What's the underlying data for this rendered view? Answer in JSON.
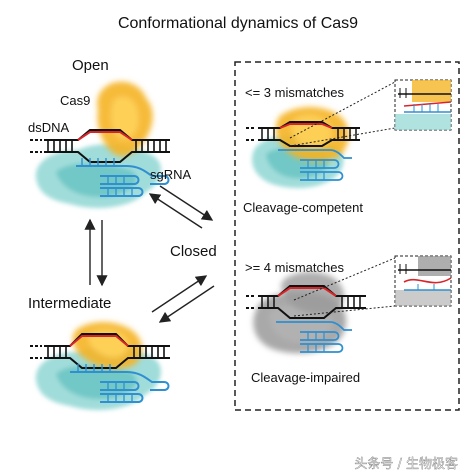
{
  "title": "Conformational dynamics of Cas9",
  "states": {
    "open": "Open",
    "intermediate": "Intermediate",
    "closed": "Closed"
  },
  "components": {
    "cas9": "Cas9",
    "dsdna": "dsDNA",
    "sgrna": "sgRNA"
  },
  "panel": {
    "top_condition": "<= 3 mismatches",
    "top_outcome": "Cleavage-competent",
    "bottom_condition": ">= 4 mismatches",
    "bottom_outcome": "Cleavage-impaired"
  },
  "watermark": "头条号 / 生物极客",
  "colors": {
    "cas9_orange": "#f5b425",
    "recognition_teal": "#8fd6d3",
    "rna_blue": "#2f8fd0",
    "target_red": "#d9252a",
    "impaired_gray": "#8c8c8c",
    "dna_black": "#111111"
  }
}
